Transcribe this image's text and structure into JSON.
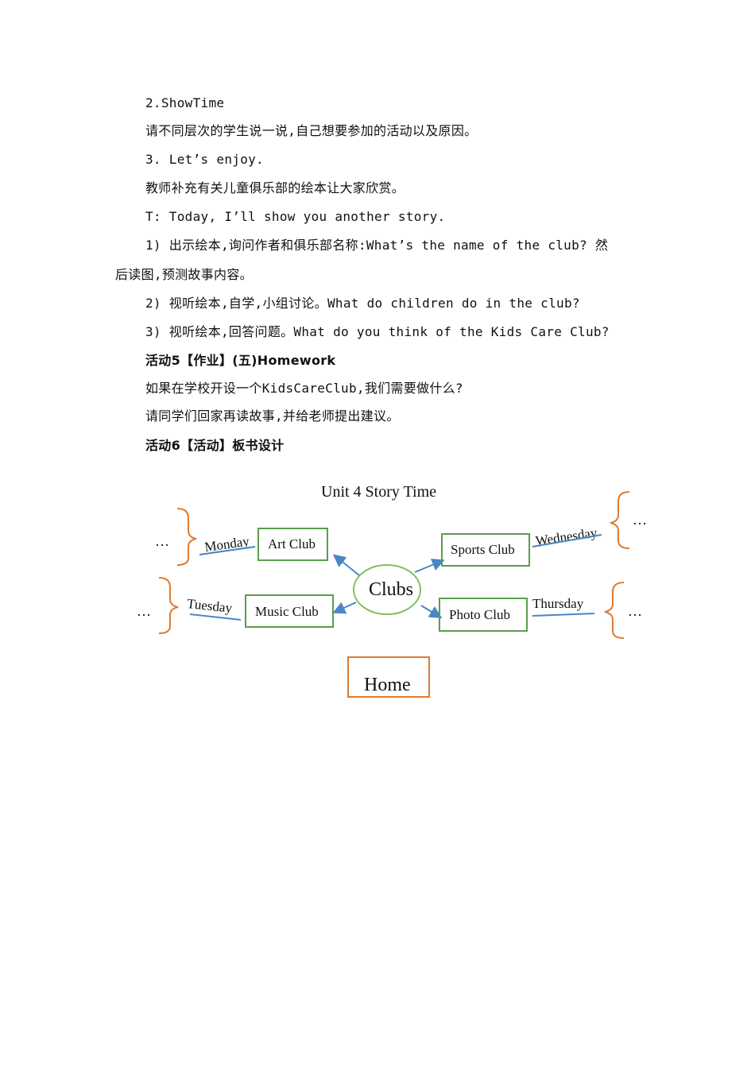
{
  "paragraphs": [
    "2.ShowTime",
    "请不同层次的学生说一说,自己想要参加的活动以及原因。",
    "3. Let’s enjoy.",
    "教师补充有关儿童俱乐部的绘本让大家欣赏。",
    "T: Today, I’ll show you another story.",
    "1) 出示绘本,询问作者和俱乐部名称:What’s the name of the club? 然",
    "后读图,预测故事内容。",
    "2) 视听绘本,自学,小组讨论。What do children do in the club?",
    "3) 视听绘本,回答问题。What do you think of the Kids Care Club?",
    "活动5【作业】(五)Homework",
    "如果在学校开设一个KidsCareClub,我们需要做什么?",
    "请同学们回家再读故事,并给老师提出建议。",
    "活动6【活动】板书设计"
  ],
  "board": {
    "title": "Unit 4 Story Time",
    "center": "Clubs",
    "clubs": {
      "art": "Art Club",
      "music": "Music Club",
      "sports": "Sports Club",
      "photo": "Photo Club"
    },
    "days": {
      "monday": "Monday",
      "tuesday": "Tuesday",
      "wednesday": "Wednesday",
      "thursday": "Thursday"
    },
    "ellipsis": "…",
    "home": "Home",
    "colors": {
      "box_border": "#5a9e4c",
      "bracket": "#e07a2e",
      "line": "#4a86c5",
      "home_border": "#e07a2e"
    }
  }
}
